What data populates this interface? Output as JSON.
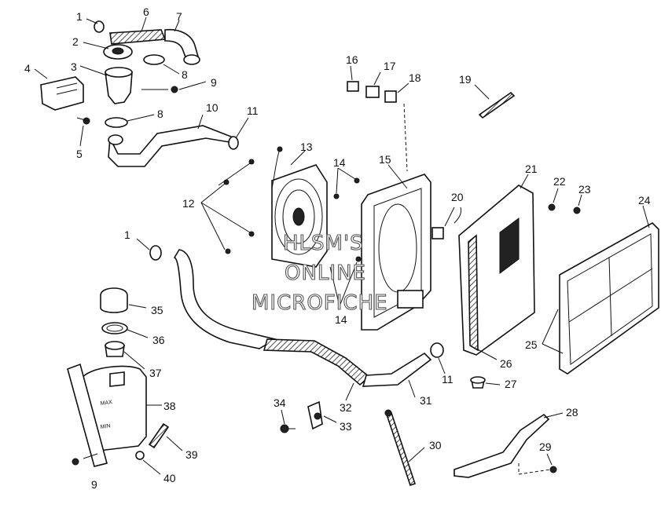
{
  "diagram": {
    "callouts": [
      "1",
      "6",
      "7",
      "2",
      "3",
      "8",
      "9",
      "4",
      "5",
      "10",
      "11",
      "12",
      "13",
      "14",
      "15",
      "16",
      "17",
      "18",
      "19",
      "20",
      "21",
      "22",
      "23",
      "24",
      "25",
      "26",
      "27",
      "28",
      "29",
      "30",
      "31",
      "32",
      "33",
      "34",
      "35",
      "36",
      "37",
      "38",
      "39",
      "40"
    ],
    "callout_9b": "9",
    "callout_1b": "1",
    "callout_8b": "8",
    "callout_11b": "11",
    "callout_14b": "14"
  },
  "watermark": {
    "line1": "HLSM'S",
    "line2": "ONLINE",
    "line3": "MICROFICHE"
  },
  "tank_marks": {
    "max": "MAX",
    "min": "MIN"
  }
}
